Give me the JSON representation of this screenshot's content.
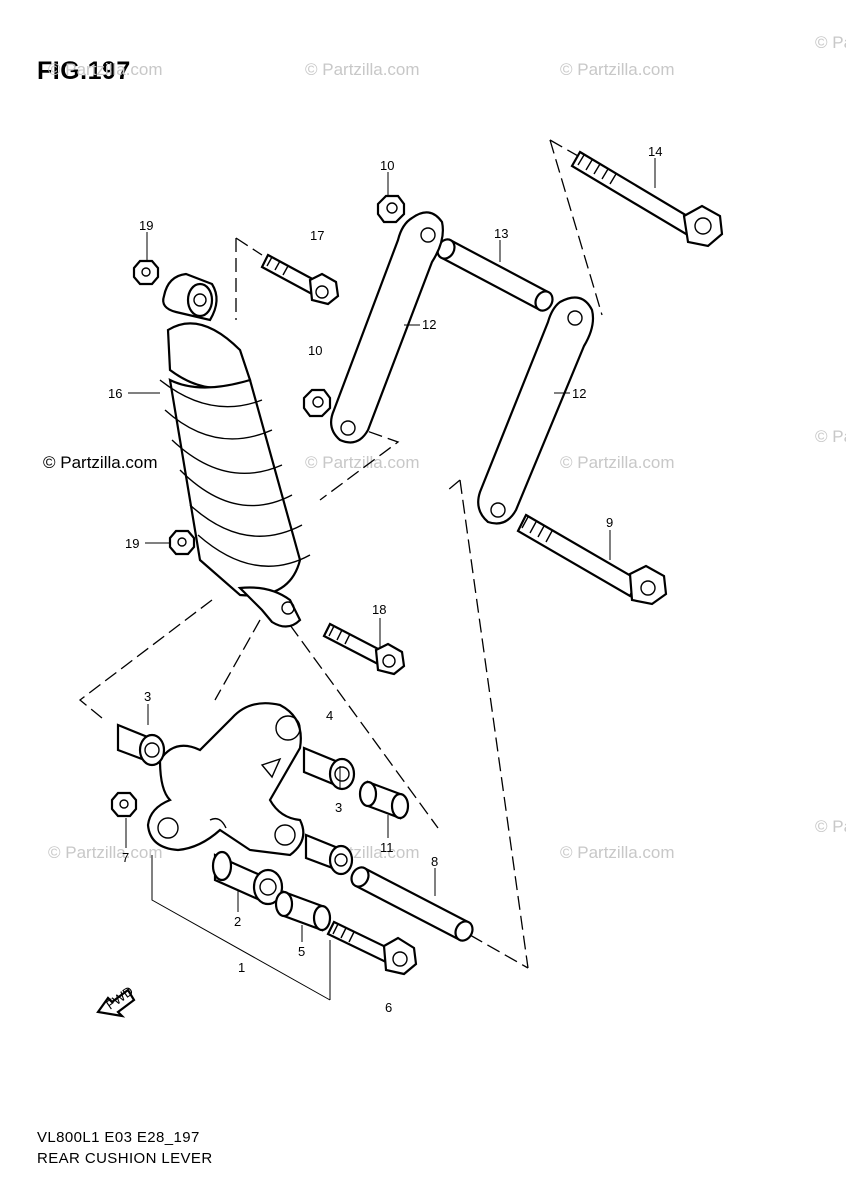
{
  "figure": {
    "title": "FIG.197"
  },
  "footer": {
    "code": "VL800L1 E03 E28_197",
    "name": "REAR CUSHION LEVER"
  },
  "watermark": {
    "text": "© Partzilla.com",
    "short": "© Partzilla.com"
  },
  "fwd_label": "FWD",
  "callouts": {
    "c1": "1",
    "c2": "2",
    "c3a": "3",
    "c3b": "3",
    "c4": "4",
    "c5": "5",
    "c6": "6",
    "c7": "7",
    "c8": "8",
    "c9": "9",
    "c10a": "10",
    "c10b": "10",
    "c11": "11",
    "c12a": "12",
    "c12b": "12",
    "c13": "13",
    "c14": "14",
    "c16": "16",
    "c17": "17",
    "c18": "18",
    "c19a": "19",
    "c19b": "19"
  },
  "colors": {
    "line": "#000000",
    "watermark": "#c8c8c8",
    "background": "#ffffff"
  }
}
